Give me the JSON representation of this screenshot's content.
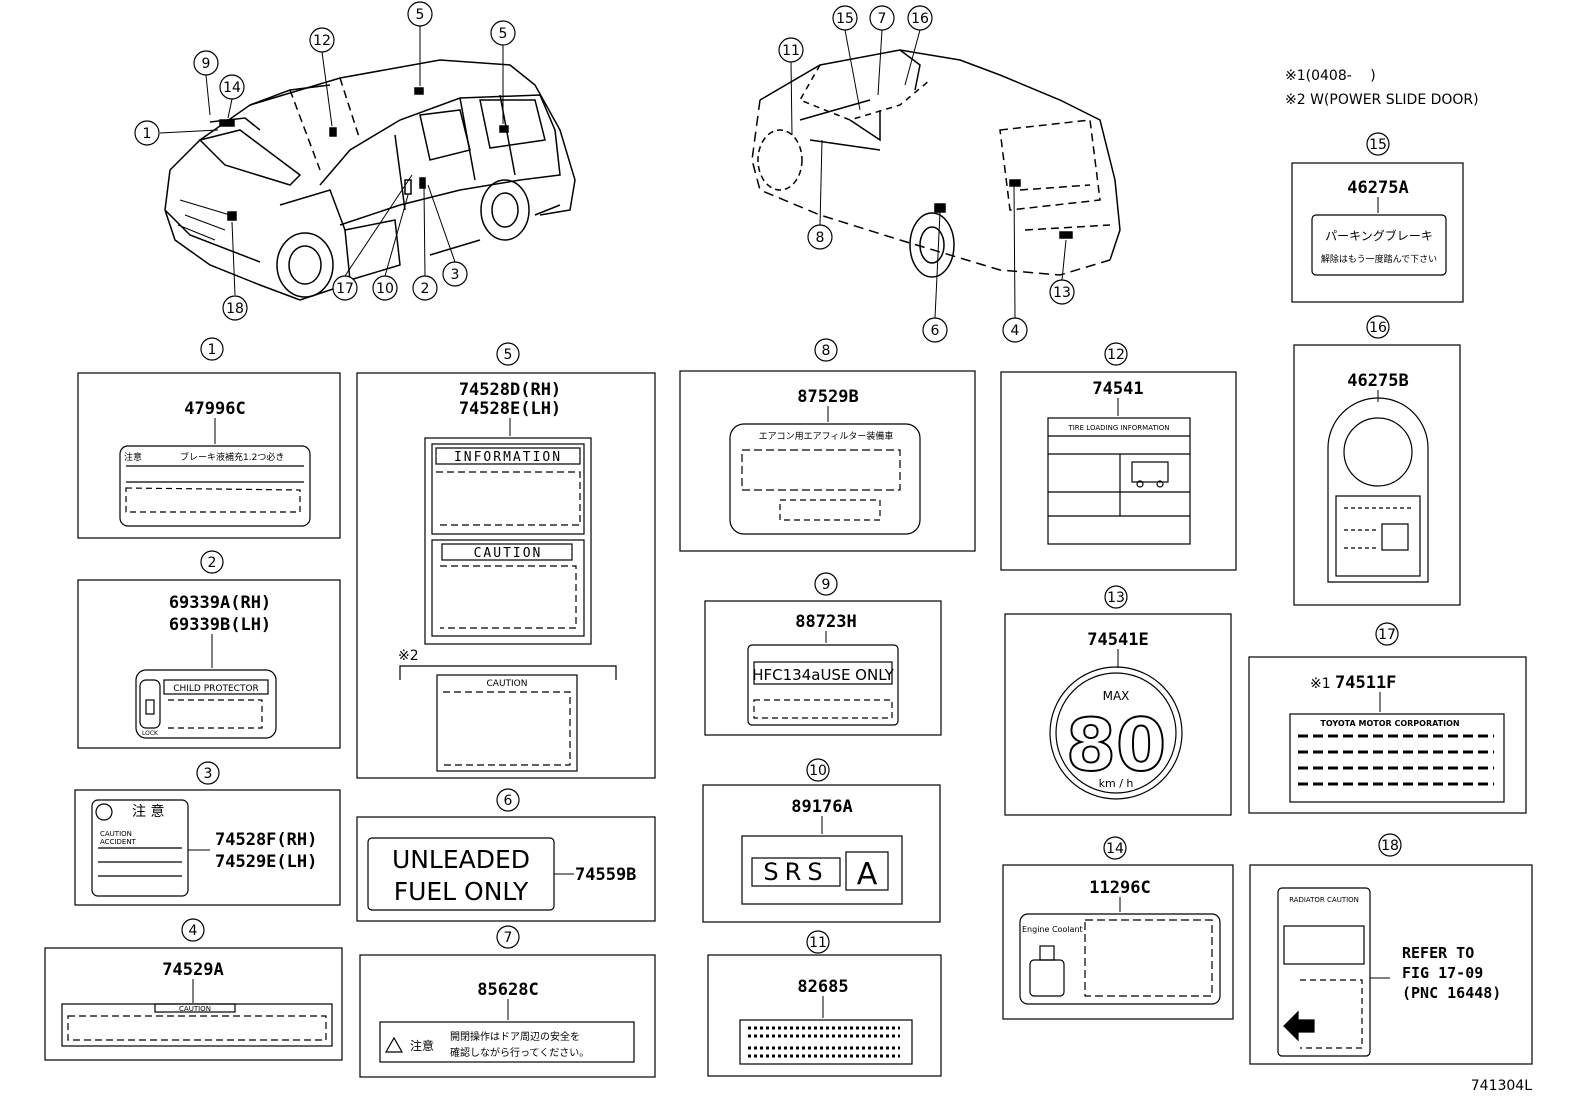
{
  "notes": {
    "n1": "※1(0408-　 )",
    "n2": "※2 W(POWER SLIDE DOOR)"
  },
  "figure_code": "741304L",
  "callouts": [
    "①",
    "②",
    "③",
    "④",
    "⑤",
    "⑥",
    "⑦",
    "⑧",
    "⑨",
    "⑩",
    "⑪",
    "⑫",
    "⑬",
    "⑭",
    "⑮",
    "⑯",
    "⑰",
    "⑱"
  ],
  "labels": {
    "l1": {
      "part": "47996C",
      "caption": "注意",
      "text": "ブレーキ液補充1.2つ必き"
    },
    "l2": {
      "part1": "69339A(RH)",
      "part2": "69339B(LH)",
      "text": "CHILD PROTECTOR",
      "lock": "LOCK"
    },
    "l3": {
      "part1": "74528F(RH)",
      "part2": "74529E(LH)",
      "text1": "注 意",
      "text2": "CAUTION",
      "text3": "ACCIDENT"
    },
    "l4": {
      "part": "74529A",
      "text": "CAUTION"
    },
    "l5": {
      "part1": "74528D(RH)",
      "part2": "74528E(LH)",
      "info": "INFORMATION",
      "caution": "CAUTION",
      "note": "※2",
      "caution2": "CAUTION"
    },
    "l6": {
      "part": "74559B",
      "line1": "UNLEADED",
      "line2": "FUEL ONLY"
    },
    "l7": {
      "part": "85628C",
      "caption": "注意",
      "line1": "開閉操作はドア周辺の安全を",
      "line2": "確認しながら行ってください。"
    },
    "l8": {
      "part": "87529B",
      "text": "エアコン用エアフィルター装備車"
    },
    "l9": {
      "part": "88723H",
      "text": "HFC134aUSE ONLY"
    },
    "l10": {
      "part": "89176A",
      "srs": "SRS",
      "a": "A"
    },
    "l11": {
      "part": "82685"
    },
    "l12": {
      "part": "74541",
      "text": "TIRE LOADING INFORMATION"
    },
    "l13": {
      "part": "74541E",
      "max": "MAX",
      "speed": "80",
      "unit": "km / h"
    },
    "l14": {
      "part": "11296C",
      "text": "Engine Coolant"
    },
    "l15": {
      "part": "46275A",
      "line1": "パーキングブレーキ",
      "line2": "解除はもう一度踏んで下さい"
    },
    "l16": {
      "part": "46275B"
    },
    "l17": {
      "part": "74511F",
      "note": "※1",
      "text": "TOYOTA MOTOR CORPORATION"
    },
    "l18": {
      "part_ref1": "REFER TO",
      "part_ref2": "FIG 17-09",
      "part_ref3": "(PNC 16448)",
      "text": "RADIATOR CAUTION"
    }
  }
}
